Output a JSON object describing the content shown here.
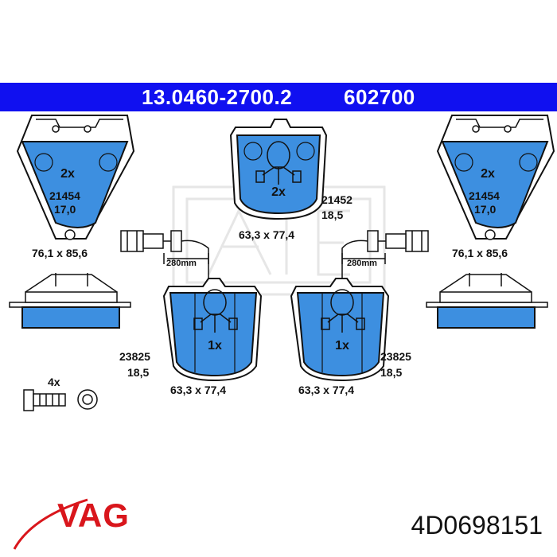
{
  "header": {
    "ref_code": "13.0460-2700.2",
    "alt_code": "602700"
  },
  "pads": {
    "left_front": {
      "qty": "2x",
      "number": "21454",
      "thickness": "17,0",
      "size": "76,1 x 85,6"
    },
    "right_front": {
      "qty": "2x",
      "number": "21454",
      "thickness": "17,0",
      "size": "76,1 x 85,6"
    },
    "center_top": {
      "qty": "2x",
      "number": "21452",
      "thickness": "18,5",
      "size": "63,3 x 77,4"
    },
    "bottom_left": {
      "qty": "1x",
      "number": "23825",
      "thickness": "18,5",
      "size": "63,3 x 77,4"
    },
    "bottom_right": {
      "qty": "1x",
      "number": "23825",
      "thickness": "18,5",
      "size": "63,3 x 77,4"
    }
  },
  "sensors": {
    "left_length": "280mm",
    "right_length": "280mm"
  },
  "hardware": {
    "qty": "4x"
  },
  "footer": {
    "brand": "VAG",
    "part_number": "4D0698151"
  },
  "colors": {
    "banner": "#1010f0",
    "pad_fill": "#3d8fe0",
    "brand": "#d9161c"
  }
}
